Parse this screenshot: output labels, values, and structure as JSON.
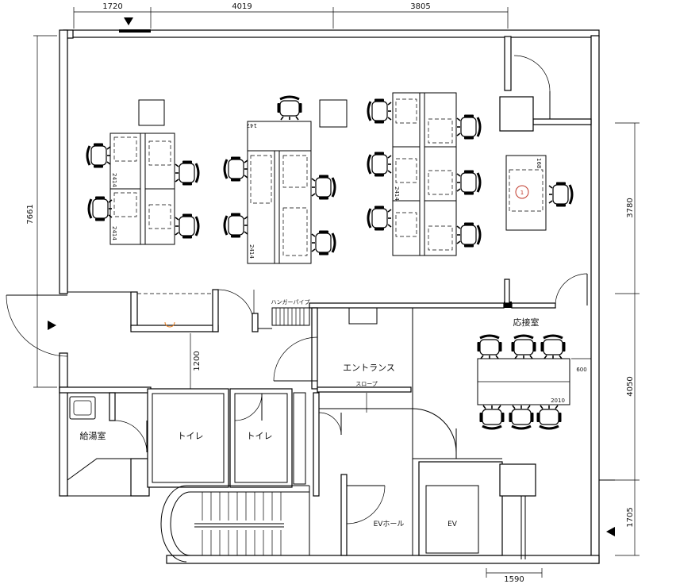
{
  "dimensions": {
    "top": [
      "1720",
      "4019",
      "3805"
    ],
    "left": "7661",
    "right": [
      "3780",
      "4050",
      "1705"
    ],
    "bottom": "1590",
    "corridor_width": "1200",
    "meeting_table_depth": "600",
    "meeting_table_length": "2010",
    "desk_length": "2414",
    "desk_top_label": "147",
    "desk_right_label": "168"
  },
  "rooms": {
    "reception": "応接室",
    "entrance": "エントランス",
    "slope": "スロープ",
    "kitchenette": "給湯室",
    "toilet_1": "トイレ",
    "toilet_2": "トイレ",
    "ev_hall": "EVホール",
    "ev": "EV",
    "hanger_pipe": "ハンガーパイプ"
  },
  "markers": {
    "desk_number": "1"
  },
  "colors": {
    "line": "#000000",
    "marker": "#c0392b"
  }
}
